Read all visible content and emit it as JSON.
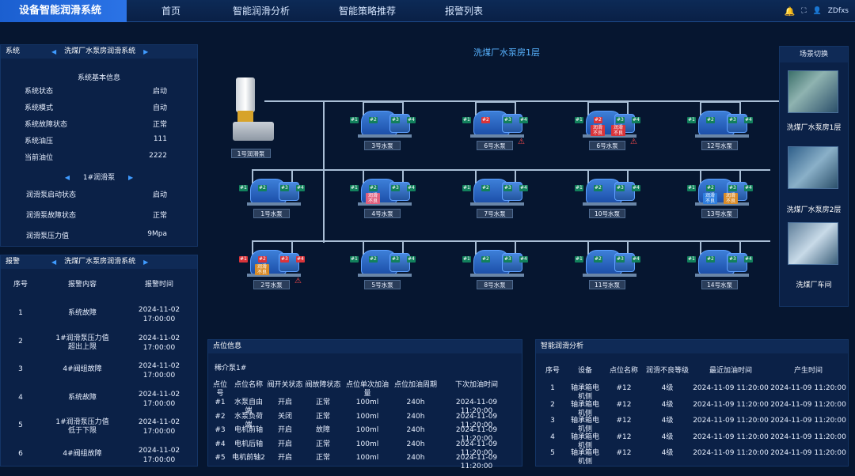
{
  "app": {
    "title": "设备智能润滑系统"
  },
  "nav": [
    "首页",
    "智能润滑分析",
    "智能策略推荐",
    "报警列表"
  ],
  "user": {
    "name": "ZDfxs"
  },
  "system": {
    "header_label": "系统",
    "system_name": "洗煤厂水泵房润滑系统",
    "section_title": "系统基本信息",
    "items": [
      {
        "label": "系统状态",
        "value": "启动"
      },
      {
        "label": "系统模式",
        "value": "自动"
      },
      {
        "label": "系统故障状态",
        "value": "正常"
      },
      {
        "label": "系统油压",
        "value": "111"
      },
      {
        "label": "当前油位",
        "value": "2222"
      }
    ],
    "pump_selector": "1#润滑泵",
    "pump_items": [
      {
        "label": "润滑泵启动状态",
        "value": "启动"
      },
      {
        "label": "润滑泵故障状态",
        "value": "正常"
      },
      {
        "label": "润滑泵压力值",
        "value": "9Mpa"
      }
    ]
  },
  "alarm": {
    "header_label": "报警",
    "system_name": "洗煤厂水泵房润滑系统",
    "columns": [
      "序号",
      "报警内容",
      "报警时间"
    ],
    "rows": [
      {
        "no": "1",
        "content": [
          "系统故障"
        ],
        "date": "2024-11-02",
        "time": "17:00:00"
      },
      {
        "no": "2",
        "content": [
          "1#润滑泵压力值",
          "超出上限"
        ],
        "date": "2024-11-02",
        "time": "17:00:00"
      },
      {
        "no": "3",
        "content": [
          "4#阀组故障"
        ],
        "date": "2024-11-02",
        "time": "17:00:00"
      },
      {
        "no": "4",
        "content": [
          "系统故障"
        ],
        "date": "2024-11-02",
        "time": "17:00:00"
      },
      {
        "no": "5",
        "content": [
          "1#润滑泵压力值",
          "低于下限"
        ],
        "date": "2024-11-02",
        "time": "17:00:00"
      },
      {
        "no": "6",
        "content": [
          "4#阀组故障"
        ],
        "date": "2024-11-02",
        "time": "17:00:00"
      }
    ]
  },
  "center": {
    "title": "洗煤厂水泵房1层",
    "lube_pump_label": "1号润滑泵",
    "point_tags": [
      "#1",
      "#2",
      "#3",
      "#4"
    ],
    "pumps": [
      {
        "label": "3号水泵",
        "tags": [
          "g",
          "g",
          "g",
          "g"
        ],
        "boxes": [],
        "warn": false
      },
      {
        "label": "6号水泵",
        "tags": [
          "g",
          "r",
          "g",
          "g"
        ],
        "boxes": [],
        "warn": true
      },
      {
        "label": "6号水泵",
        "tags": [
          "g",
          "r",
          "g",
          "g"
        ],
        "boxes": [
          {
            "text": "润滑不良",
            "c": "red"
          },
          {
            "text": "润滑不良",
            "c": "red"
          }
        ],
        "warn": true
      },
      {
        "label": "12号水泵",
        "tags": [
          "g",
          "g",
          "g",
          "g"
        ],
        "boxes": [],
        "warn": false
      },
      {
        "label": "1号水泵",
        "tags": [
          "g",
          "g",
          "g",
          "g"
        ],
        "boxes": [],
        "warn": false
      },
      {
        "label": "4号水泵",
        "tags": [
          "g",
          "g",
          "g",
          "g"
        ],
        "boxes": [
          {
            "text": "润滑不良",
            "c": "pink"
          }
        ],
        "warn": false
      },
      {
        "label": "7号水泵",
        "tags": [
          "g",
          "g",
          "g",
          "g"
        ],
        "boxes": [],
        "warn": false
      },
      {
        "label": "10号水泵",
        "tags": [
          "g",
          "g",
          "g",
          "g"
        ],
        "boxes": [],
        "warn": false
      },
      {
        "label": "13号水泵",
        "tags": [
          "g",
          "g",
          "g",
          "g"
        ],
        "boxes": [
          {
            "text": "润滑不良",
            "c": "sblue"
          },
          {
            "text": "润滑不良",
            "c": "orange"
          }
        ],
        "warn": false
      },
      {
        "label": "2号水泵",
        "tags": [
          "r",
          "r",
          "r",
          "r"
        ],
        "boxes": [
          {
            "text": "润滑不良",
            "c": "orange"
          }
        ],
        "warn": true
      },
      {
        "label": "5号水泵",
        "tags": [
          "g",
          "g",
          "g",
          "g"
        ],
        "boxes": [],
        "warn": false
      },
      {
        "label": "8号水泵",
        "tags": [
          "g",
          "g",
          "g",
          "g"
        ],
        "boxes": [],
        "warn": false
      },
      {
        "label": "11号水泵",
        "tags": [
          "g",
          "g",
          "g",
          "g"
        ],
        "boxes": [],
        "warn": false
      },
      {
        "label": "14号水泵",
        "tags": [
          "g",
          "g",
          "g",
          "g"
        ],
        "boxes": [],
        "warn": false
      }
    ]
  },
  "scene": {
    "title": "场景切换",
    "items": [
      "洗煤厂水泵房1层",
      "洗煤厂水泵房2层",
      "洗煤厂车间"
    ]
  },
  "points": {
    "title": "点位信息",
    "pump_name": "稀介泵1#",
    "columns": [
      "点位号",
      "点位名称",
      "阀开关状态",
      "阀故障状态",
      "点位单次加油量",
      "点位加油周期",
      "下次加油时间"
    ],
    "rows": [
      [
        "#1",
        "水泵自由端",
        "开启",
        "正常",
        "100ml",
        "240h",
        "2024-11-09 11:20:00"
      ],
      [
        "#2",
        "水泵负荷端",
        "关闭",
        "正常",
        "100ml",
        "240h",
        "2024-11-09 11:20:00"
      ],
      [
        "#3",
        "电机前轴",
        "开启",
        "故障",
        "100ml",
        "240h",
        "2024-11-09 11:20:00"
      ],
      [
        "#4",
        "电机后轴",
        "开启",
        "正常",
        "100ml",
        "240h",
        "2024-11-09 11:20:00"
      ],
      [
        "#5",
        "电机前轴2",
        "开启",
        "正常",
        "100ml",
        "240h",
        "2024-11-09 11:20:00"
      ]
    ]
  },
  "analysis": {
    "title": "智能润滑分析",
    "columns": [
      "序号",
      "设备",
      "点位名称",
      "润滑不良等级",
      "最近加油时间",
      "产生时间"
    ],
    "rows": [
      [
        "1",
        "轴承箱电机侧",
        "#12",
        "4级",
        "2024-11-09 11:20:00",
        "2024-11-09 11:20:00"
      ],
      [
        "2",
        "轴承箱电机侧",
        "#12",
        "4级",
        "2024-11-09 11:20:00",
        "2024-11-09 11:20:00"
      ],
      [
        "3",
        "轴承箱电机侧",
        "#12",
        "4级",
        "2024-11-09 11:20:00",
        "2024-11-09 11:20:00"
      ],
      [
        "4",
        "轴承箱电机侧",
        "#12",
        "4级",
        "2024-11-09 11:20:00",
        "2024-11-09 11:20:00"
      ],
      [
        "5",
        "轴承箱电机侧",
        "#12",
        "4级",
        "2024-11-09 11:20:00",
        "2024-11-09 11:20:00"
      ]
    ]
  }
}
